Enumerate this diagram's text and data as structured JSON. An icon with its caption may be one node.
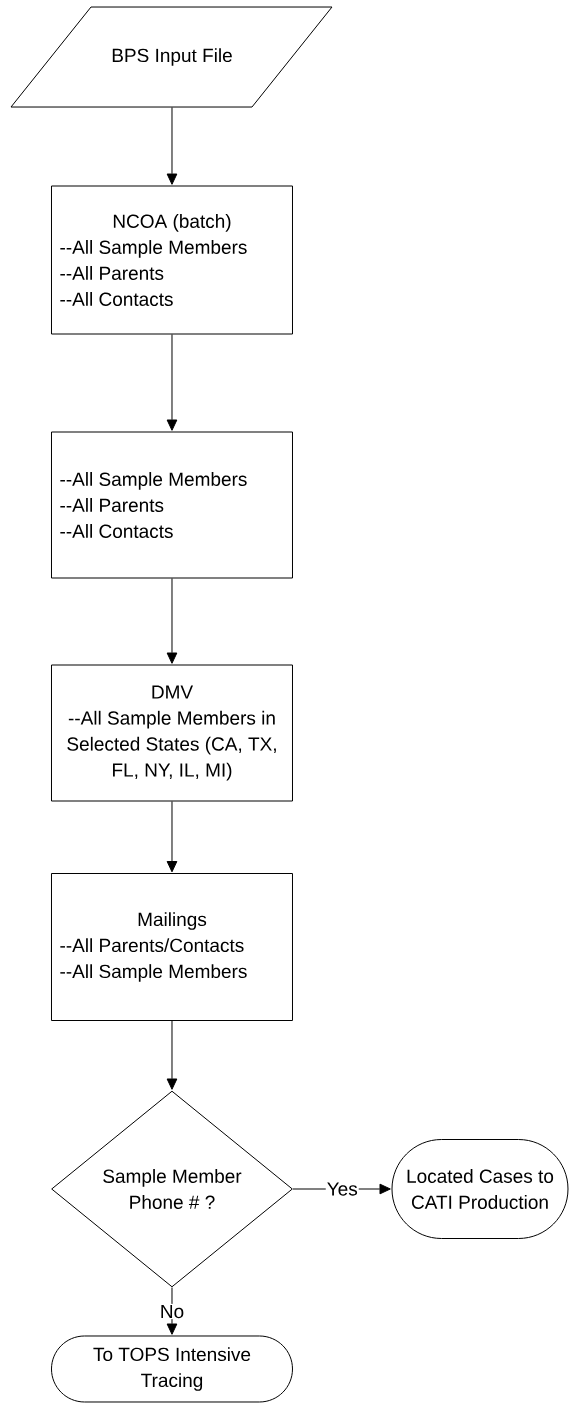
{
  "diagram": {
    "nodes": [
      {
        "text": [
          "BPS Input File"
        ]
      },
      {
        "text": [
          "NCOA (batch)",
          "--All Sample Members",
          "--All Parents",
          "--All Contacts"
        ]
      },
      {
        "text": [
          "--All Sample Members",
          "--All Parents",
          "--All Contacts"
        ]
      },
      {
        "text": [
          "DMV",
          "--All Sample Members in Selected States (CA, TX, FL, NY, IL, MI)"
        ]
      },
      {
        "text": [
          "Mailings",
          "--All Parents/Contacts",
          "--All Sample Members"
        ]
      },
      {
        "text": [
          "Sample Member Phone # ?"
        ]
      },
      {
        "text": [
          "Located Cases to CATI Production"
        ]
      },
      {
        "text": [
          "To TOPS Intensive Tracing"
        ]
      }
    ],
    "edges": [
      {
        "from": 0,
        "to": 1,
        "arrow": "to"
      },
      {
        "from": 1,
        "to": 2,
        "arrow": "to"
      },
      {
        "from": 2,
        "to": 3,
        "arrow": "to"
      },
      {
        "from": 3,
        "to": 4,
        "arrow": "to"
      },
      {
        "from": 4,
        "to": 5,
        "arrow": "to"
      },
      {
        "from": 5,
        "to": 6,
        "label": "Yes",
        "arrow": "to"
      },
      {
        "from": 5,
        "to": 7,
        "label": "No",
        "arrow": "to"
      }
    ]
  }
}
